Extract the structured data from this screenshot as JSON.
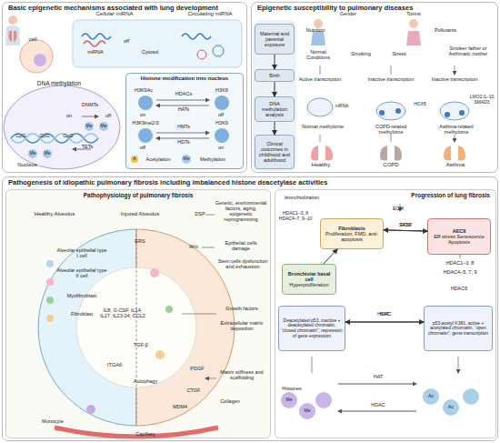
{
  "diagram": {
    "nodes": [
      {
        "text": [
          "Basic epigenetic mechanisms associated with lung development"
        ]
      },
      {
        "text": [
          "Histone modification into nucleus"
        ],
        "in": 0
      },
      {
        "text": [
          "Epigenetic susceptibility to pulmonary diseases"
        ]
      },
      {
        "text": [
          "Maternal and parental exposure"
        ],
        "in": 2
      },
      {
        "text": [
          "Birth"
        ],
        "in": 2
      },
      {
        "text": [
          "DNA methylation analysis"
        ],
        "in": 2
      },
      {
        "text": [
          "Clinical outcomes in childhood and adulthood"
        ],
        "in": 2
      },
      {
        "text": [
          "Pathogenesis of idiopathic pulmonary fibrosis including imbalanced histone deacetylase activities"
        ]
      },
      {
        "text": [
          "Pathophysiology of pulmonary fibrosis"
        ],
        "in": 7
      },
      {
        "text": [
          "Progression of lung fibrosis"
        ],
        "in": 7
      },
      {
        "text": [
          "Fibroblasts",
          "Proliferation, FMD, anti-apoptosis"
        ],
        "in": 9
      },
      {
        "text": [
          "Bronchiolar basal cell",
          "Hyperproliferation"
        ],
        "in": 9
      },
      {
        "text": [
          "AECII",
          "ER stress Senescence Apoptosis"
        ],
        "in": 9
      },
      {
        "text": [
          "Deacetylated p53, inactive + deacetylated chromatin, “closed chromatin”, repression of gene expression"
        ],
        "in": 9
      },
      {
        "text": [
          "p53-acetyl K381, active + acetylated chromatin, “open chromatin”, gene transcription"
        ],
        "in": 9
      }
    ],
    "edges": [
      {
        "from": 3,
        "to": 4,
        "arrow": "to"
      },
      {
        "from": 4,
        "to": 5,
        "arrow": "to"
      },
      {
        "from": 5,
        "to": 6,
        "arrow": "to"
      },
      {
        "from": 11,
        "to": 10,
        "arrow": "to"
      },
      {
        "from": 10,
        "to": 12,
        "label": "ROS",
        "arrow": "to"
      },
      {
        "from": 12,
        "to": 10,
        "label": "SASP",
        "arrow": "to"
      },
      {
        "from": 13,
        "to": 14,
        "label": "HAT",
        "arrow": "to"
      },
      {
        "from": 14,
        "to": 13,
        "label": "HDAC",
        "arrow": "to"
      }
    ],
    "labels": [
      "cell",
      "Cellular miRNA",
      "Circulating miRNA",
      "miRNA",
      "off",
      "Cytosol",
      "DNA methylation",
      "DNMTs",
      "on",
      "off",
      "CpG",
      "CpG",
      "CpG",
      "Me",
      "Me",
      "TETs",
      "Me",
      "Me",
      "Nucleus",
      "H3K9Ac",
      "HDACs",
      "HATs",
      "H3K9",
      "on",
      "off",
      "H3K9me2/3",
      "HMTs",
      "HDTs",
      "H3K9",
      "off",
      "on",
      "A",
      "Acetylation",
      "Me",
      "Methylation",
      "Gender",
      "Toxins",
      "Nutrition",
      "Pollutants",
      "Normal Conditions",
      "Smoking",
      "Stress",
      "Smoker father or Asthmatic mother",
      "Active transcription",
      "Inactive transcription",
      "Inactive transcription",
      "mRNA",
      "HOX5",
      "LMO2 IL-10 SMAD3",
      "Normal methylome",
      "COPD-related methylome",
      "Asthma-related methylome",
      "Healthy",
      "COPD",
      "Asthma",
      "Healthy Alveolus",
      "Injured Alveolus",
      "Alveolar epithelial type I cell",
      "Alveolar epithelial type II cell",
      "Myofibroblast",
      "Fibroblast",
      "ERS",
      "IL8, G-CSF, IL14, IL17, IL23-24, CCL2",
      "TGF-β",
      "ITGA6",
      "Autophagy",
      "Monocyte",
      "Capillary",
      "DSP",
      "Wnt",
      "PDGF",
      "CTGF",
      "MDM4",
      "Collagen",
      "Genetic, environmental factors, aging, epigenetic reprogramming",
      "Epithelial cells damage",
      "Stem cells dysfunction and exhaustion",
      "Growth factors",
      "Extracellular matrix deposition",
      "Matrix stiffness and scaffolding",
      "bronchiolization",
      "HDAC1–3, 8 HDAC4–7, 9–10",
      "ECM",
      "HDAC1–3, 8",
      "HDAC4–5, 7, 9",
      "HDAC6",
      "Histones",
      "HAT",
      "HDAC",
      "Me",
      "Me",
      "Ac",
      "Ac"
    ]
  }
}
